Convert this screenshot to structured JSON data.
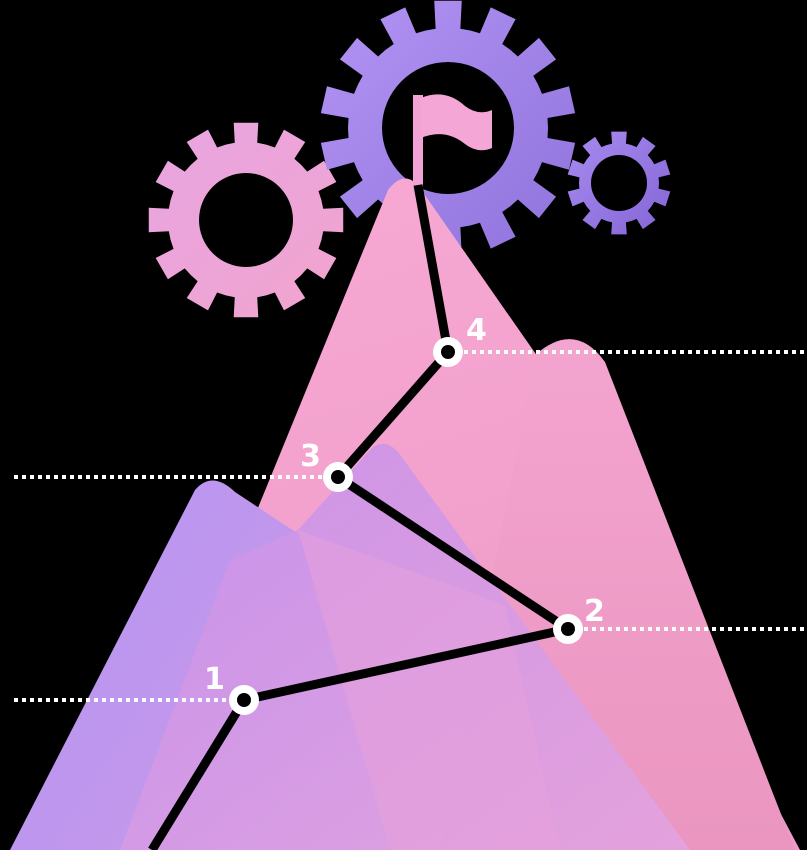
{
  "background_color": "#000000",
  "colors": {
    "mountain_pink_light": "#f6a6d2",
    "mountain_pink": "#e98fbd",
    "mountain_lilac": "#c98ae6",
    "mountain_violet": "#a98af0",
    "gear_left": "#e7a3e6",
    "gear_center": "#9f86ec",
    "gear_right": "#9a79e2",
    "flag": "#f4a6d6",
    "path_line": "#000000",
    "dotted_line": "#ffffff",
    "marker_fill": "#ffffff",
    "marker_center": "#000000"
  },
  "icons": [
    "gear-icon",
    "gear-icon",
    "gear-icon",
    "flag-icon"
  ],
  "steps": [
    {
      "label": "1"
    },
    {
      "label": "2"
    },
    {
      "label": "3"
    },
    {
      "label": "4"
    }
  ]
}
